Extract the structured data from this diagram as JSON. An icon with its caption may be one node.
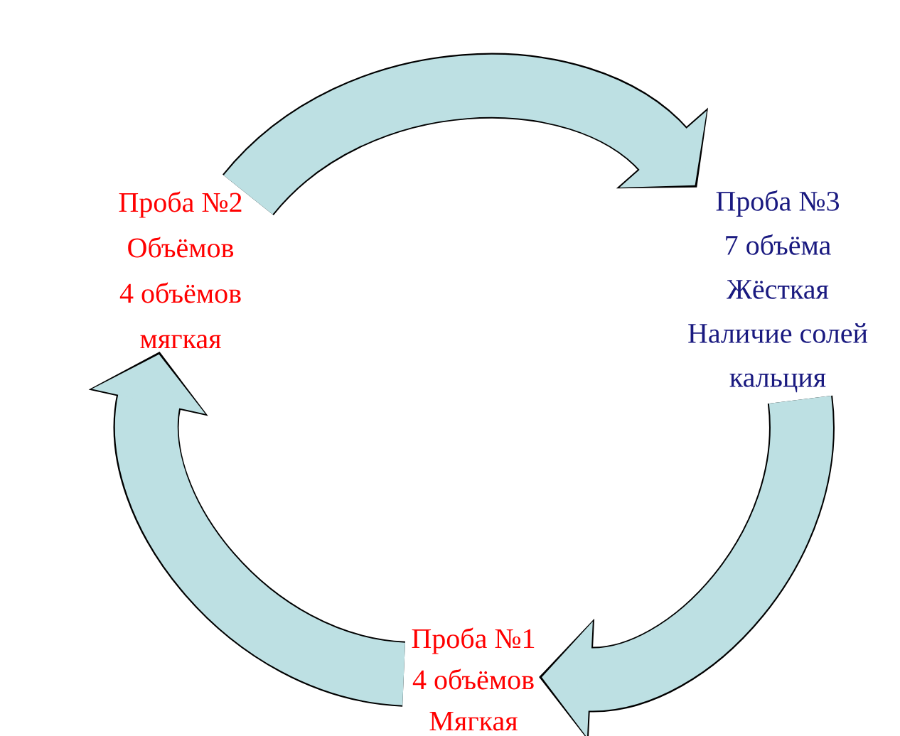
{
  "diagram": {
    "nodes": [
      {
        "text": [
          "Проба №2",
          "Объёмов",
          "4 объёмов",
          "мягкая"
        ]
      },
      {
        "text": [
          "Проба №3",
          "7 объёма",
          "Жёсткая",
          "Наличие солей",
          "кальция"
        ]
      },
      {
        "text": [
          "Проба №1",
          "4 объёмов",
          "Мягкая"
        ]
      }
    ],
    "edges": [
      {
        "from": 0,
        "to": 1,
        "arrow": "to"
      },
      {
        "from": 1,
        "to": 2,
        "arrow": "to"
      },
      {
        "from": 2,
        "to": 0,
        "arrow": "to"
      }
    ]
  }
}
